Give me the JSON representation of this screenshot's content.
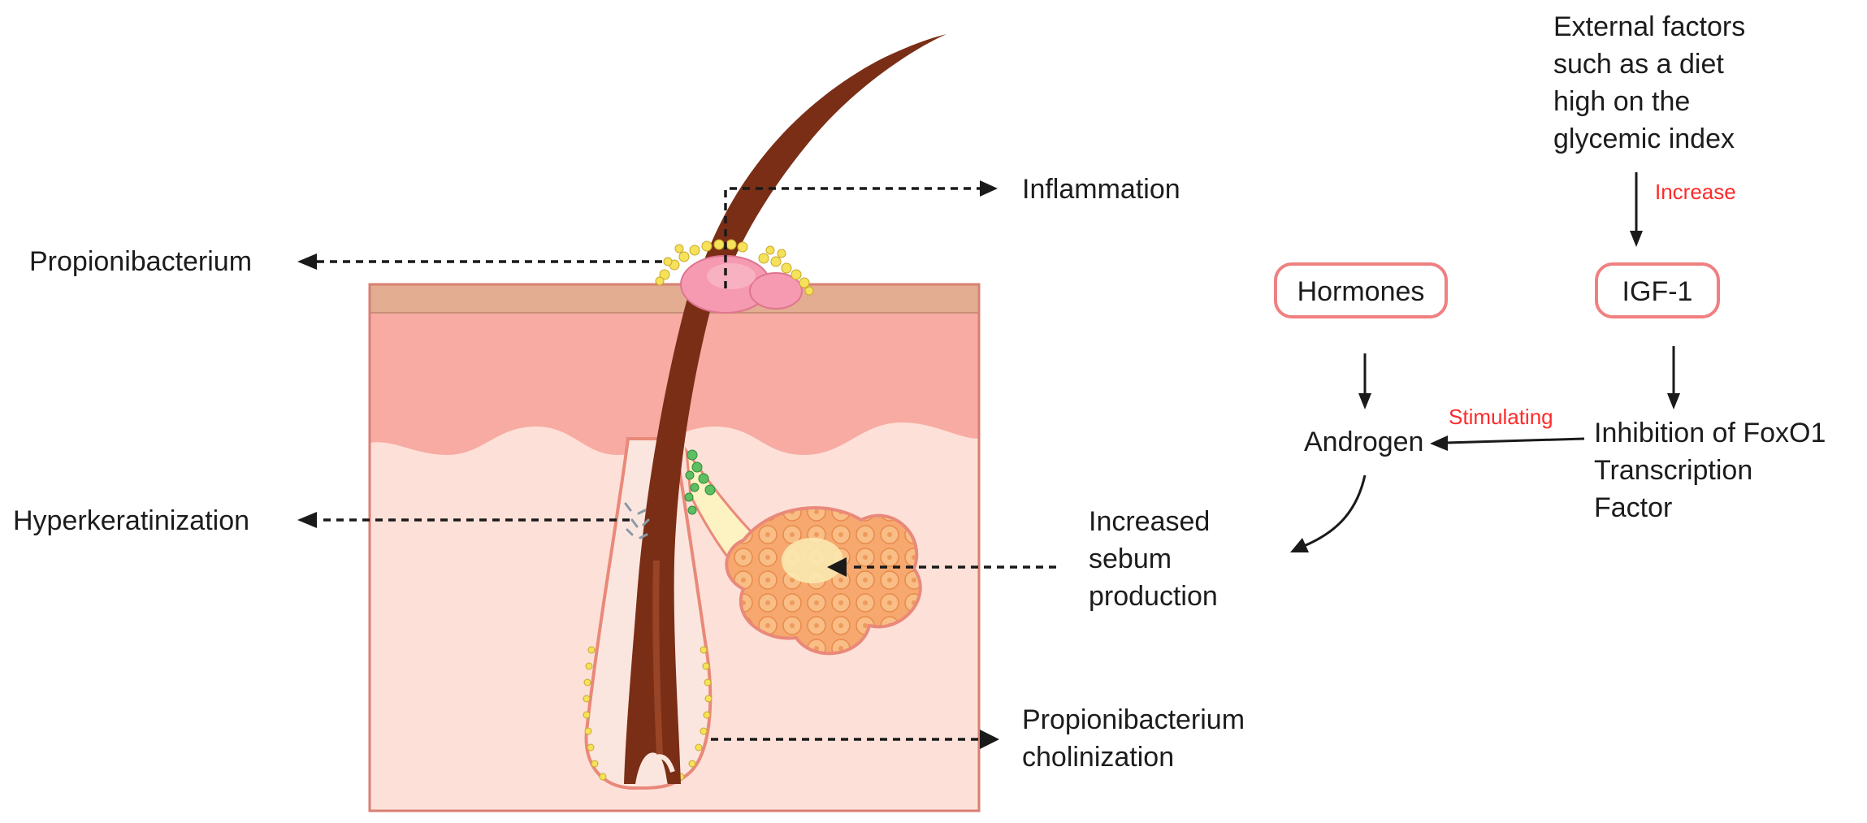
{
  "labels": {
    "inflammation": "Inflammation",
    "propionibacterium_top": "Propionibacterium",
    "hyperkeratinization": "Hyperkeratinization",
    "increased_sebum": [
      "Increased",
      "sebum",
      "production"
    ],
    "colonization": [
      "Propionibacterium",
      "cholinization"
    ],
    "external_factors": [
      "External factors",
      "such as a diet",
      "high on the",
      "glycemic index"
    ],
    "increase": "Increase",
    "igf1": "IGF-1",
    "hormones": "Hormones",
    "androgen": "Androgen",
    "stimulating": "Stimulating",
    "foxo1": [
      "Inhibition of FoxO1",
      "Transcription",
      "Factor"
    ]
  },
  "colors": {
    "epidermis_top": "#e2ad90",
    "dermis_upper": "#f7aba2",
    "dermis_lower": "#fde0d8",
    "hair": "#7a2e16",
    "gland": "#f6a56b",
    "pimple": "#f59ab0",
    "bacteria": "#f5e15a",
    "keratin_green": "#5cbf62",
    "box_border": "#f08080",
    "accent_red": "#ff2a2a"
  }
}
